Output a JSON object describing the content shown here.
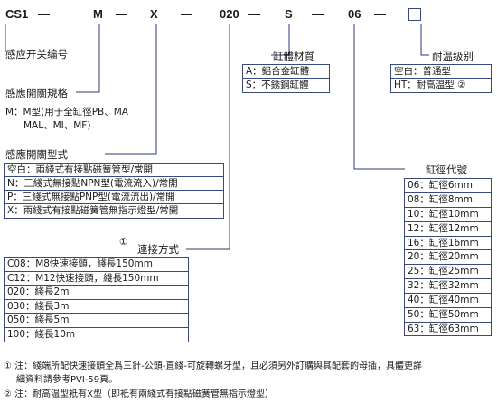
{
  "model": {
    "prefix": "CS1",
    "type_code": "M",
    "conn_code": "X",
    "bore_code": "020",
    "material_code": "S",
    "size_code": "06",
    "dash": "—"
  },
  "switch_code_label": "感应开关编号",
  "heat": {
    "title": "耐温级别",
    "rows": [
      "空白：普通型",
      "HT：耐高温型 ②"
    ]
  },
  "material": {
    "title": "缸體材質",
    "rows": [
      "A：鋁合金缸體",
      "S：不銹鋼缸體"
    ]
  },
  "spec": {
    "title": "感應開關規格",
    "lines": [
      "M：M型(用于全缸徑PB、MA",
      "MAL、MI、MF)"
    ]
  },
  "switch_type": {
    "title": "感應開關型式",
    "rows": [
      "空白：兩綫式有接點磁簧管型/常開",
      "N：三綫式無接點NPN型(電流流入)/常開",
      "P：三綫式無接點PNP型(電流流出)/常開",
      "X：兩綫式有接點磁簧管無指示燈型/常開"
    ]
  },
  "bore": {
    "title": "缸徑代號",
    "rows": [
      "06：缸徑6mm",
      "08：缸徑8mm",
      "10：缸徑10mm",
      "12：缸徑12mm",
      "16：缸徑16mm",
      "20：缸徑20mm",
      "25：缸徑25mm",
      "32：缸徑32mm",
      "40：缸徑40mm",
      "50：缸徑50mm",
      "63：缸徑63mm"
    ]
  },
  "connection": {
    "marker": "①",
    "title": "連接方式",
    "rows": [
      "C08：M8快速接頭，綫長150mm",
      "C12：M12快速接頭，綫長150mm",
      "020：綫長2m",
      "030：綫長3m",
      "050：綫長5m",
      "100：綫長10m"
    ]
  },
  "notes": {
    "note1_marker": "①",
    "note1_line1": "注：綫端所配快速接頭全爲三針-公頭-直綫-可旋轉螺牙型，且必須另外訂購與其配套的母插，具體更詳",
    "note1_line2": "細資料請參考PVI-59頁。",
    "note2_marker": "②",
    "note2": "注：耐高温型衹有X型（即衹有兩綫式有接點磁簧管無指示燈型）"
  }
}
